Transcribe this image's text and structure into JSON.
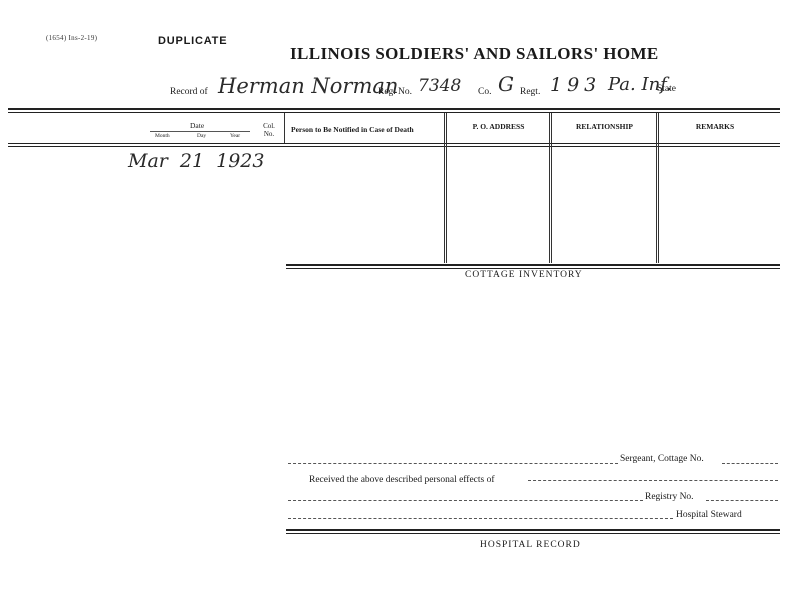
{
  "form_number": "(1654) Ins-2-19)",
  "duplicate": "DUPLICATE",
  "title": "ILLINOIS SOLDIERS' AND SAILORS' HOME",
  "record_of_label": "Record of",
  "record_of_value": "Herman Norman",
  "reg_no_label": "Reg. No.",
  "reg_no_value": "7348",
  "co_label": "Co.",
  "co_value": "G",
  "regt_label": "Regt.",
  "regt_value": "193",
  "state_value": "Pa. Inf.",
  "state_label": "State",
  "table": {
    "date_header": "Date",
    "month": "Month",
    "day": "Day",
    "year": "Year",
    "col_no": "Col. No.",
    "person": "Person to Be Notified in Case of Death",
    "po_address": "P. O. ADDRESS",
    "relationship": "RELATIONSHIP",
    "remarks": "REMARKS"
  },
  "entry_date": "Mar 21 1923",
  "cottage_inventory": "COTTAGE INVENTORY",
  "sergeant_label": "Sergeant, Cottage No.",
  "received_label": "Received the above described personal effects of",
  "registry_label": "Registry No.",
  "steward_label": "Hospital Steward",
  "hospital_record": "HOSPITAL RECORD"
}
